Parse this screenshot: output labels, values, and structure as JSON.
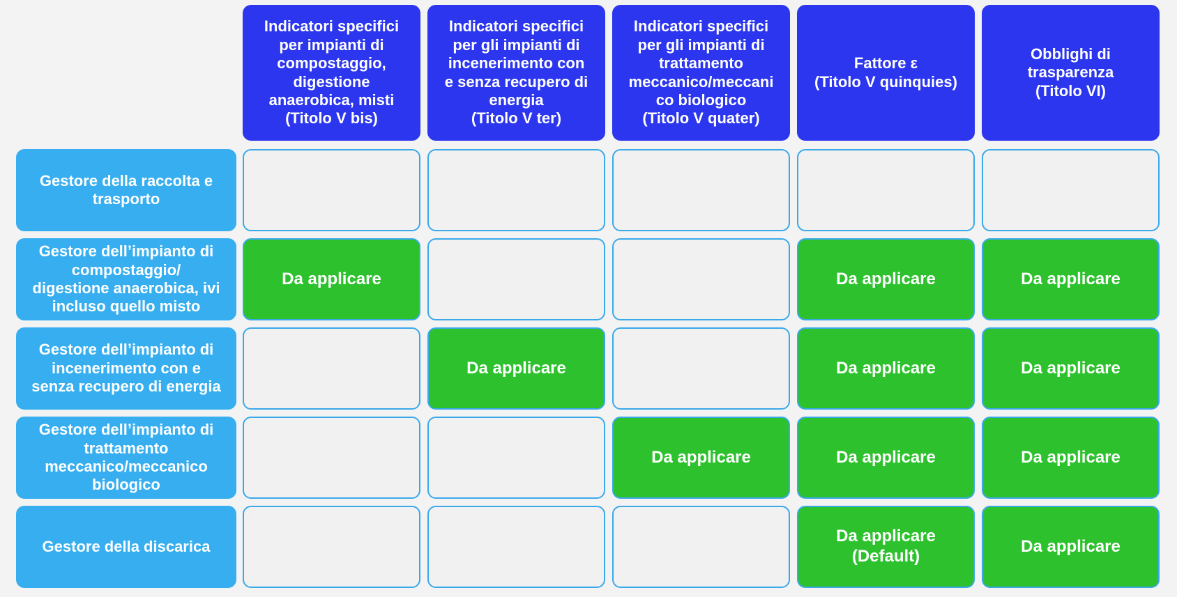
{
  "columns": [
    {
      "label": "Indicatori specifici\nper impianti di\ncompostaggio,\ndigestione\nanaerobica, misti\n(Titolo V bis)"
    },
    {
      "label": "Indicatori specifici\nper gli impianti di\nincenerimento con\ne senza recupero di\nenergia\n(Titolo V ter)"
    },
    {
      "label": "Indicatori specifici\nper gli impianti di\ntrattamento\nmeccanico/meccani\nco biologico\n(Titolo V quater)"
    },
    {
      "label": "Fattore ε\n(Titolo V quinquies)"
    },
    {
      "label": "Obblighi di\ntrasparenza\n(Titolo VI)"
    }
  ],
  "rows": [
    {
      "label": "Gestore della raccolta e\ntrasporto",
      "cells": [
        "",
        "",
        "",
        "",
        ""
      ]
    },
    {
      "label": "Gestore dell’impianto di\ncompostaggio/\ndigestione anaerobica, ivi\nincluso quello misto",
      "cells": [
        "Da applicare",
        "",
        "",
        "Da applicare",
        "Da applicare"
      ]
    },
    {
      "label": "Gestore dell’impianto di\nincenerimento con e\nsenza recupero di energia",
      "cells": [
        "",
        "Da applicare",
        "",
        "Da applicare",
        "Da applicare"
      ]
    },
    {
      "label": "Gestore dell’impianto di\ntrattamento\nmeccanico/meccanico\nbiologico",
      "cells": [
        "",
        "",
        "Da applicare",
        "Da applicare",
        "Da applicare"
      ]
    },
    {
      "label": "Gestore della discarica",
      "cells": [
        "",
        "",
        "",
        "Da applicare\n(Default)",
        "Da applicare"
      ]
    }
  ],
  "colors": {
    "column_header": "#2b36ee",
    "row_header": "#36aef0",
    "applicable": "#2dc22d",
    "empty": "#f1f1f1",
    "cell_border": "#3aa9ea"
  }
}
